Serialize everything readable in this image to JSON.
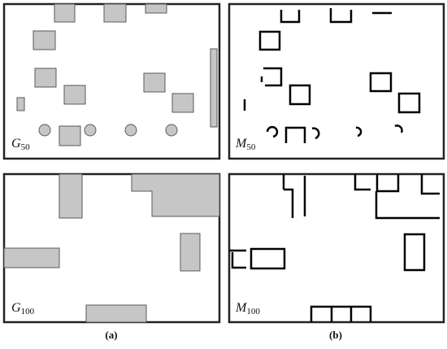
{
  "panels": [
    {
      "letter": "G",
      "subscript": "50"
    },
    {
      "letter": "M",
      "subscript": "50"
    },
    {
      "letter": "G",
      "subscript": "100"
    },
    {
      "letter": "M",
      "subscript": "100"
    }
  ],
  "captions": {
    "left": "(a)",
    "right": "(b)"
  },
  "colors": {
    "obstacle_fill": "#c6c6c6",
    "wall": "#222222",
    "map_stroke": "#000000"
  }
}
